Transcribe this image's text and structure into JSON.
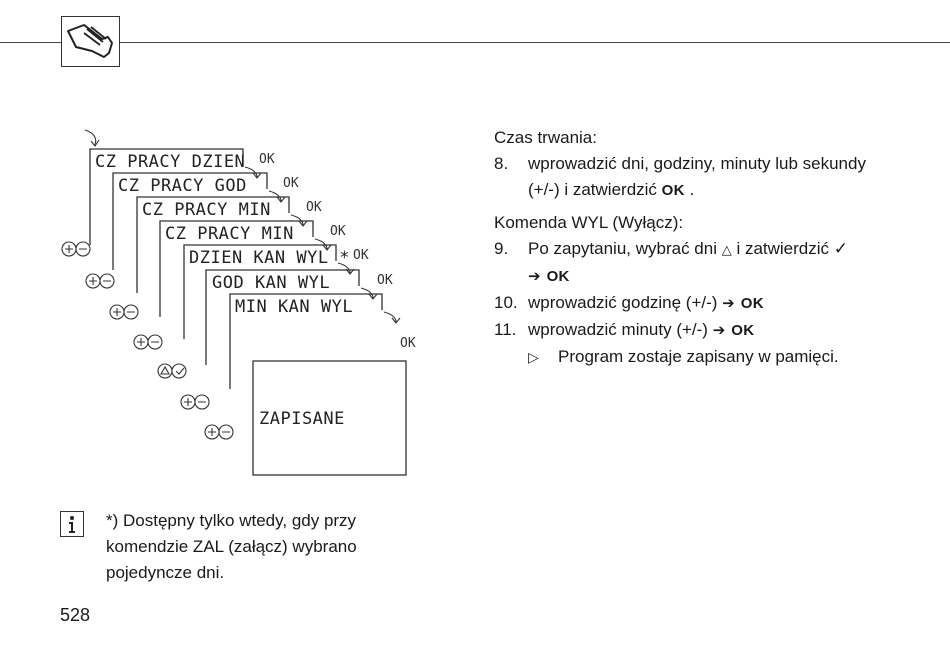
{
  "header": {
    "icon": "hand-pointer-icon"
  },
  "diagram": {
    "screens": [
      "CZ PRACY DZIEN",
      "CZ PRACY GOD",
      "CZ PRACY MIN",
      "CZ PRACY MIN",
      "DZIEN KAN WYL *",
      "GOD KAN WYL",
      "MIN KAN WYL",
      "ZAPISANE"
    ],
    "ok_labels": [
      "OK",
      "OK",
      "OK",
      "OK",
      "OK",
      "OK",
      "OK"
    ],
    "plus_minus": "⊕⊖",
    "up_check": "△✓"
  },
  "content": {
    "duration_heading": "Czas trwania:",
    "step8_num": "8.",
    "step8_line1": "wprowadzić dni, godziny, minuty lub sekundy",
    "step8_line2_pre": "(+/-) i zatwierdzić ",
    "step8_ok": "OK",
    "step8_line2_post": " .",
    "command_heading": "Komenda WYL (Wyłącz):",
    "step9_num": "9.",
    "step9_line1_pre": "Po zapytaniu, wybrać dni ",
    "step9_up": "△",
    "step9_line1_mid": " i zatwierdzić ",
    "step9_check": "✓",
    "step9_arrow": "➔",
    "step9_ok": "OK",
    "step10_num": "10.",
    "step10_text": "wprowadzić godzinę (+/-) ",
    "step10_arrow": "➔",
    "step10_ok": "OK",
    "step11_num": "11.",
    "step11_text": "wprowadzić minuty (+/-) ",
    "step11_arrow": "➔",
    "step11_ok": "OK",
    "result_marker": "▷",
    "result_text": "Program zostaje zapisany w pamięci."
  },
  "note": {
    "icon": "info-icon",
    "line1": "*) Dostępny tylko wtedy, gdy przy",
    "line2": "komendzie ZAL (załącz) wybrano",
    "line3": "pojedyncze dni."
  },
  "page_number": "528"
}
